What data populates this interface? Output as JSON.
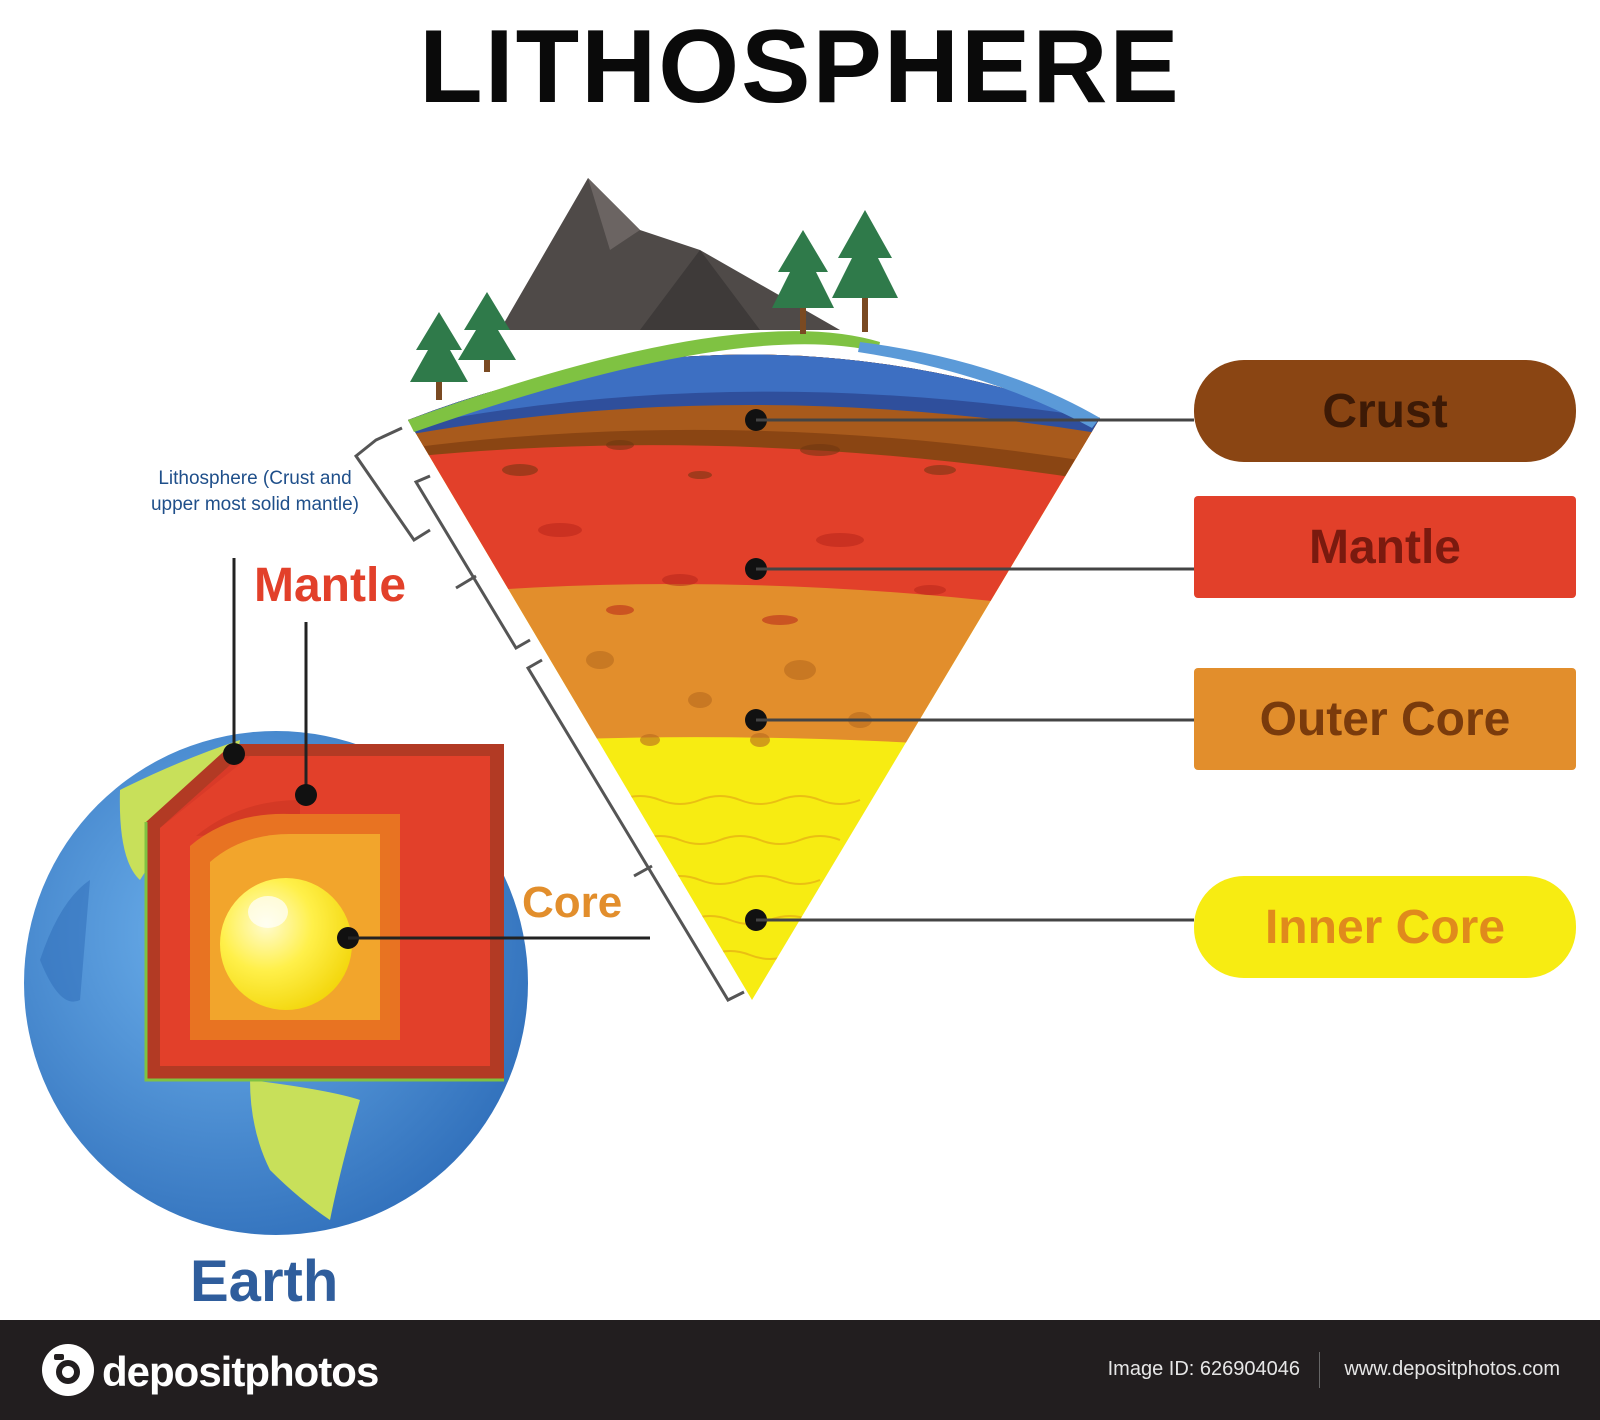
{
  "title": "LITHOSPHERE",
  "layers": [
    {
      "label": "Crust",
      "fill": "#8a4513",
      "text_color": "#3d1a06"
    },
    {
      "label": "Mantle",
      "fill": "#e2402a",
      "text_color": "#7a1a0f"
    },
    {
      "label": "Outer Core",
      "fill": "#e28e2c",
      "text_color": "#7a3b0c"
    },
    {
      "label": "Inner Core",
      "fill": "#f7ec12",
      "text_color": "#e08a1c"
    }
  ],
  "earth_labels": {
    "lithosphere": "Lithosphere (Crust and upper most solid mantle)",
    "mantle": "Mantle",
    "core": "Core",
    "earth": "Earth"
  },
  "colors": {
    "mantle_label": "#e2402a",
    "core_label": "#e28e2c",
    "earth_label": "#2f5d9c",
    "lithosphere_label": "#1f4f8a",
    "ocean": "#4a8ed6",
    "land": "#c8e05a",
    "footer_bg": "#221e1f"
  },
  "footer": {
    "brand": "depositphotos",
    "image_id": "Image ID: 626904046",
    "site": "www.depositphotos.com"
  }
}
